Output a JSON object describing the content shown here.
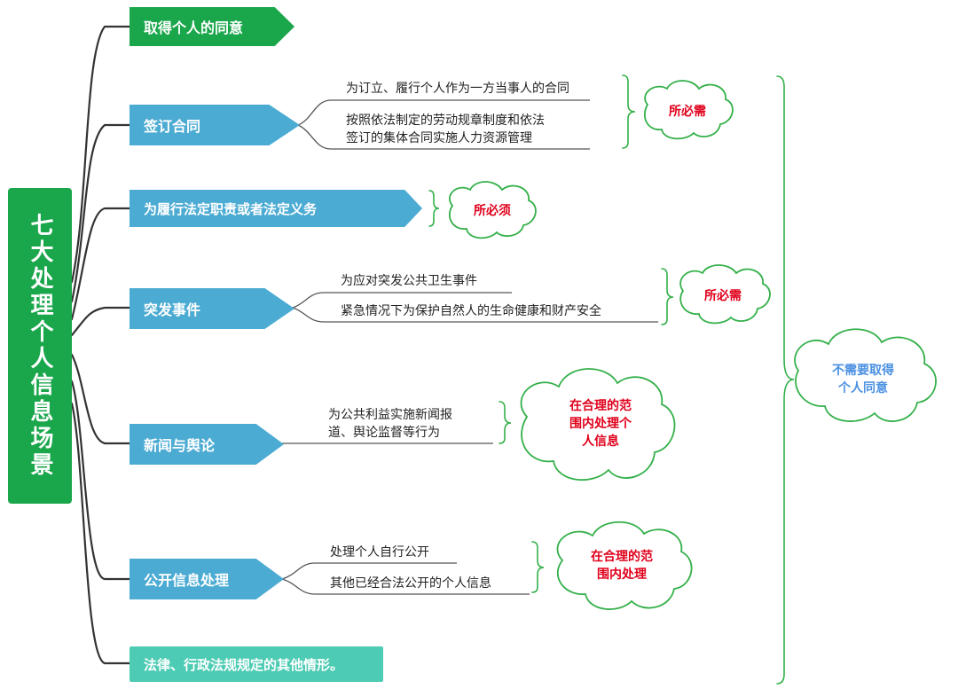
{
  "root": {
    "label": "七大处理个人信息场景"
  },
  "branches": [
    {
      "id": "consent",
      "label": "取得个人的同意"
    },
    {
      "id": "contract",
      "label": "签订合同",
      "items": [
        "为订立、履行个人作为一方当事人的合同",
        "按照依法制定的劳动规章制度和依法",
        "签订的集体合同实施人力资源管理"
      ],
      "note": "所必需"
    },
    {
      "id": "duty",
      "label": "为履行法定职责或者法定义务",
      "note": "所必须"
    },
    {
      "id": "emergency",
      "label": "突发事件",
      "items": [
        "为应对突发公共卫生事件",
        "紧急情况下为保护自然人的生命健康和财产安全"
      ],
      "note": "所必需"
    },
    {
      "id": "news",
      "label": "新闻与舆论",
      "items": [
        "为公共利益实施新闻报",
        "道、舆论监督等行为"
      ],
      "note": [
        "在合理的范",
        "围内处理个",
        "人信息"
      ]
    },
    {
      "id": "public",
      "label": "公开信息处理",
      "items": [
        "处理个人自行公开",
        "其他已经合法公开的个人信息"
      ],
      "note": [
        "在合理的范",
        "围内处理"
      ]
    },
    {
      "id": "law",
      "label": "法律、行政法规规定的其他情形。"
    }
  ],
  "summary": {
    "lines": [
      "不需要取得",
      "个人同意"
    ]
  },
  "colors": {
    "green": "#1aa64b",
    "blue": "#4cabd3",
    "teal": "#4ecbb4",
    "red_text": "#e0001b",
    "blue_text": "#4a90e2",
    "line": "#333333",
    "bracket": "#34b04a"
  }
}
